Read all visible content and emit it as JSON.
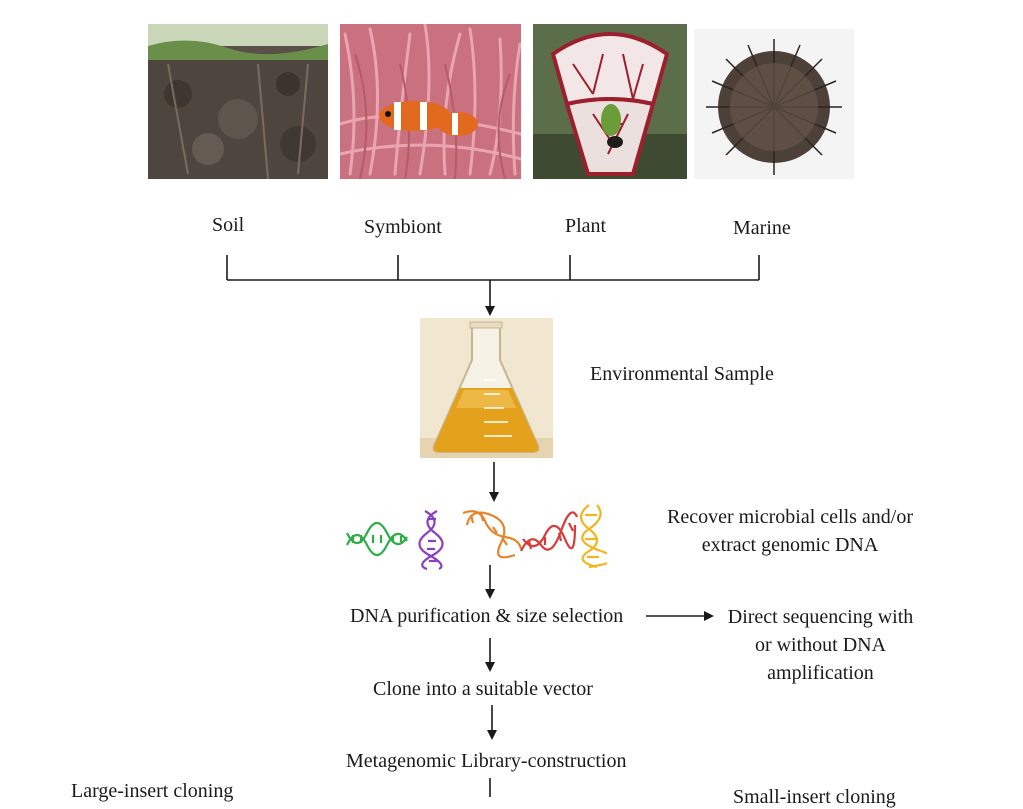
{
  "sources": {
    "soil": "Soil",
    "symbiont": "Symbiont",
    "plant": "Plant",
    "marine": "Marine"
  },
  "steps": {
    "environmental_sample": "Environmental Sample",
    "recover_line1": "Recover microbial cells and/or",
    "recover_line2": "extract genomic DNA",
    "purification": "DNA purification & size selection",
    "direct_line1": "Direct sequencing with",
    "direct_line2": "or without DNA",
    "direct_line3": "amplification",
    "clone": "Clone into a suitable vector",
    "library": "Metagenomic Library-construction",
    "large_insert": "Large-insert cloning",
    "small_insert": "Small-insert cloning"
  },
  "colors": {
    "line": "#1a1a1a",
    "dna_green": "#2fae48",
    "dna_purple": "#8a3fc0",
    "dna_orange": "#e8832a",
    "dna_red": "#d93a3a",
    "dna_yellow": "#f2b51c"
  }
}
